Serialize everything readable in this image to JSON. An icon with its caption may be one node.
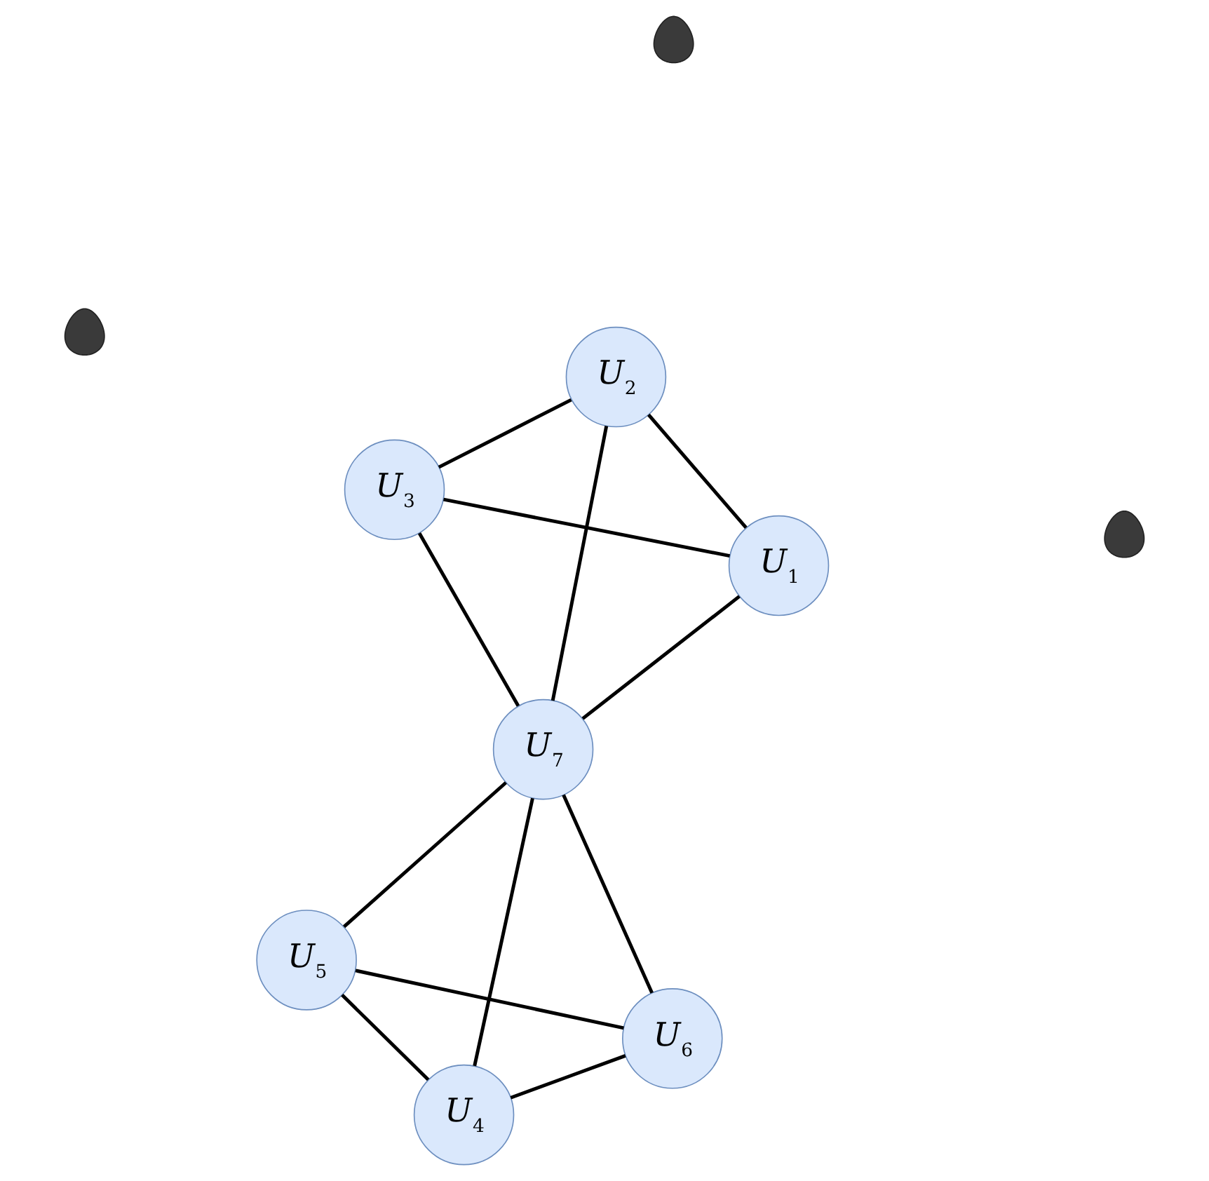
{
  "diagram": {
    "nodes": [
      {
        "text": [
          "*U*$_{1}$"
        ]
      },
      {
        "text": [
          "*U*$_{2}$"
        ]
      },
      {
        "text": [
          "*U*$_{3}$"
        ]
      },
      {
        "text": [
          "*U*$_{4}$"
        ]
      },
      {
        "text": [
          "*U*$_{5}$"
        ]
      },
      {
        "text": [
          "*U*$_{6}$"
        ]
      },
      {
        "text": [
          "*U*$_{7}$"
        ]
      },
      {
        "text": [],
        "shape": "person"
      },
      {
        "text": [],
        "shape": "person"
      },
      {
        "text": [],
        "shape": "person"
      }
    ],
    "edges": [
      {
        "from": 1,
        "to": 2,
        "arrow": "none"
      },
      {
        "from": 1,
        "to": 0,
        "arrow": "none"
      },
      {
        "from": 2,
        "to": 0,
        "arrow": "none"
      },
      {
        "from": 1,
        "to": 6,
        "arrow": "none"
      },
      {
        "from": 2,
        "to": 6,
        "arrow": "none"
      },
      {
        "from": 0,
        "to": 6,
        "arrow": "none"
      },
      {
        "from": 3,
        "to": 6,
        "arrow": "none"
      },
      {
        "from": 3,
        "to": 5,
        "arrow": "none"
      },
      {
        "from": 3,
        "to": 4,
        "arrow": "none"
      },
      {
        "from": 4,
        "to": 6,
        "arrow": "none"
      },
      {
        "from": 4,
        "to": 5,
        "arrow": "none"
      },
      {
        "from": 6,
        "to": 5,
        "arrow": "none"
      }
    ]
  }
}
